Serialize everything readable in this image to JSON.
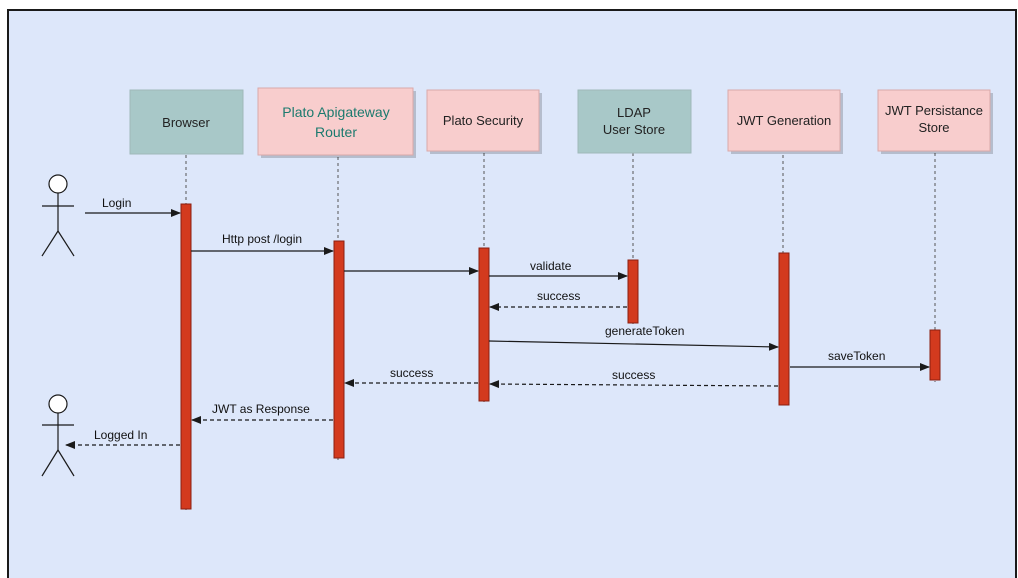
{
  "colors": {
    "background": "#dde7fa",
    "frame": "#1a1a1a",
    "participant_teal": "#a8c8c8",
    "participant_pink": "#f8cdcd",
    "activation": "#d33a1e",
    "activation_border": "#8a1f10",
    "arrow": "#1a1a1a",
    "router_text": "#1c7a6e"
  },
  "participants": {
    "browser": "Browser",
    "router_line1": "Plato Apigateway",
    "router_line2": "Router",
    "security": "Plato Security",
    "ldap_line1": "LDAP",
    "ldap_line2": "User Store",
    "jwt_gen": "JWT Generation",
    "jwt_store_line1": "JWT Persistance",
    "jwt_store_line2": "Store"
  },
  "messages": {
    "login": "Login",
    "http_post": "Http post /login",
    "validate": "validate",
    "success_ldap": "success",
    "generate_token": "generateToken",
    "save_token": "saveToken",
    "success_jwt": "success",
    "success_security": "success",
    "jwt_response": "JWT as Response",
    "logged_in": "Logged In"
  },
  "actors": [
    "user-actor-top",
    "user-actor-bottom"
  ]
}
